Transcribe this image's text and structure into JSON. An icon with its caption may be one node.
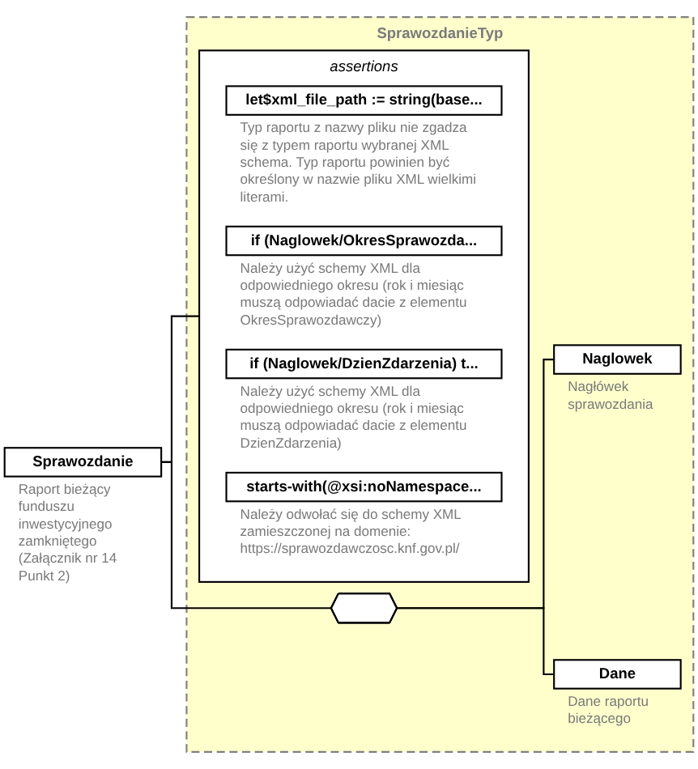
{
  "diagram": {
    "nodes": [
      {
        "text": [
          "Sprawozdanie"
        ],
        "beside": [
          "Raport bieżący funduszu inwestycyjnego zamkniętego (Załącznik nr 14 Punkt 2)"
        ]
      },
      {
        "text": [
          "SprawozdanieTyp"
        ]
      },
      {
        "text": [],
        "shape": "octagon",
        "in": 1
      },
      {
        "text": [
          "Naglowek"
        ],
        "beside": [
          "Nagłówek sprawozdania"
        ],
        "in": 1
      },
      {
        "text": [
          "Dane"
        ],
        "beside": [
          "Dane raportu bieżącego"
        ],
        "in": 1
      },
      {
        "text": [
          "assertions"
        ],
        "in": 1
      },
      {
        "text": [
          "let$xml_file_path := string(base..."
        ],
        "beside": [
          "Typ raportu z nazwy pliku nie zgadza się z typem raportu wybranej XML schema. Typ raportu powinien być określony w nazwie pliku XML wielkimi literami."
        ],
        "in": 5
      },
      {
        "text": [
          "if (Naglowek/OkresSprawozda..."
        ],
        "beside": [
          "Należy użyć schemy XML dla odpowiedniego okresu (rok i miesiąc muszą odpowiadać dacie z elementu OkresSprawozdawczy)"
        ],
        "in": 5
      },
      {
        "text": [
          "if (Naglowek/DzienZdarzenia) t..."
        ],
        "beside": [
          "Należy użyć schemy XML dla odpowiedniego okresu (rok i miesiąc muszą odpowiadać dacie z elementu DzienZdarzenia)"
        ],
        "in": 5
      },
      {
        "text": [
          "starts-with(@xsi:noNamespace..."
        ],
        "beside": [
          "Należy odwołać się do schemy XML zamieszczonej na domenie: https://sprawozdawczosc.knf.gov.pl/"
        ],
        "in": 5
      }
    ],
    "edges": [
      {
        "from": 0,
        "to": 2,
        "arrow": "none"
      },
      {
        "from": 0,
        "to": 5,
        "arrow": "none"
      },
      {
        "from": 2,
        "to": 3,
        "arrow": "none"
      },
      {
        "from": 2,
        "to": 4,
        "arrow": "none"
      }
    ]
  }
}
